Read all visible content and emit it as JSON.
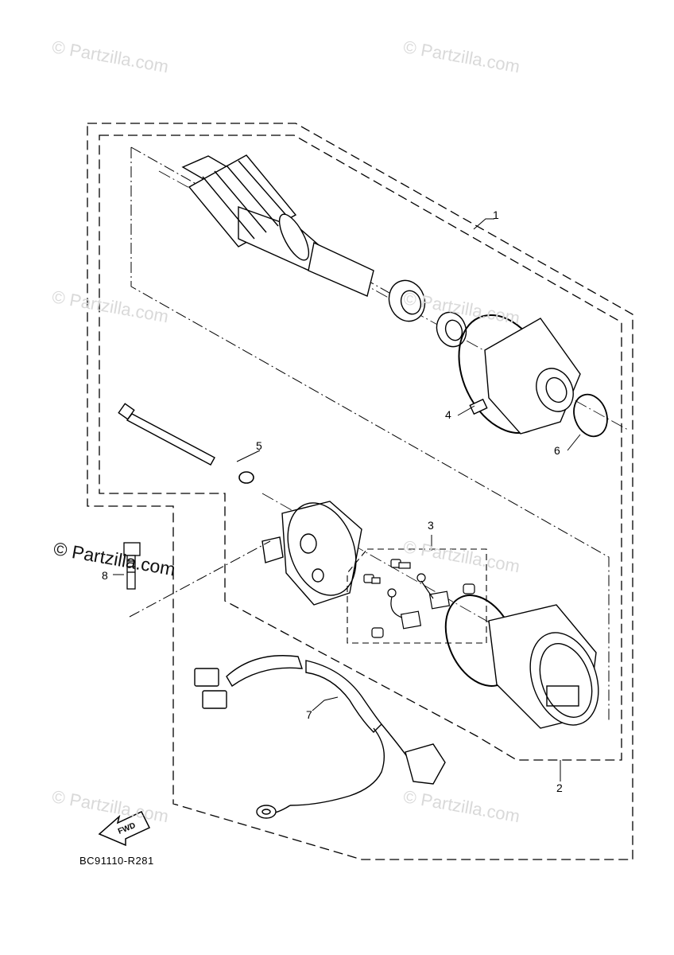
{
  "watermarks": [
    "© Partzilla.com",
    "© Partzilla.com",
    "© Partzilla.com",
    "© Partzilla.com",
    "© Partzilla.com",
    "© Partzilla.com"
  ],
  "overlay_watermark": "© Partzilla.com",
  "callouts": {
    "p1": "1",
    "p2": "2",
    "p3": "3",
    "p4": "4",
    "p5": "5",
    "p6": "6",
    "p7": "7",
    "p8": "8"
  },
  "fwd_label": "FWD",
  "diagram_code": "BC91110-R281"
}
